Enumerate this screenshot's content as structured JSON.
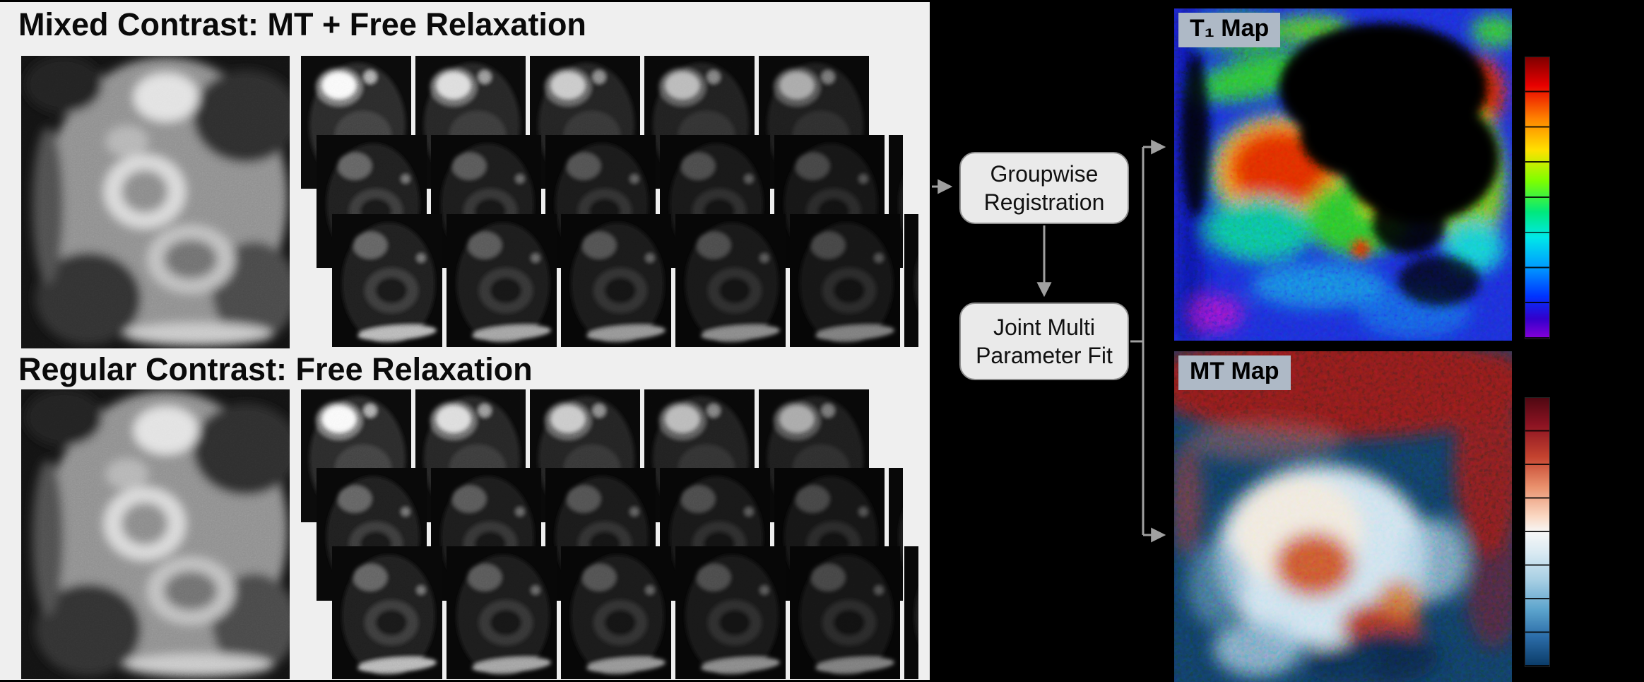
{
  "figure": {
    "left_panel": {
      "sections": [
        {
          "title": "Mixed Contrast: MT + Free Relaxation"
        },
        {
          "title": "Regular Contrast: Free Relaxation"
        }
      ]
    },
    "flowchart": {
      "boxes": [
        {
          "label": "Groupwise Registration"
        },
        {
          "label": "Joint Multi Parameter Fit"
        }
      ]
    },
    "maps": {
      "t1": {
        "label": "T₁ Map"
      },
      "mt": {
        "label": "MT Map"
      }
    },
    "colors": {
      "panel_background": "#efefef",
      "canvas_background": "#000000",
      "flow_box_fill": "#eaeaea",
      "flow_box_border": "#8f8f8f",
      "connector": "#a0a0a0",
      "map_label_background": "#aeb9c6",
      "t1_colormap": [
        "#7f0000",
        "#e80000",
        "#ff8400",
        "#ffe100",
        "#7dff00",
        "#00e87c",
        "#00e8e8",
        "#00a0ff",
        "#0033ff",
        "#3300cc",
        "#8800d8"
      ],
      "mt_colormap": [
        "#4f0812",
        "#8c1322",
        "#c4432f",
        "#e9906c",
        "#fad7c2",
        "#f7f7f7",
        "#d8e9f2",
        "#a6cee3",
        "#5ba3cc",
        "#2b6ca8",
        "#0a3a66"
      ]
    }
  }
}
